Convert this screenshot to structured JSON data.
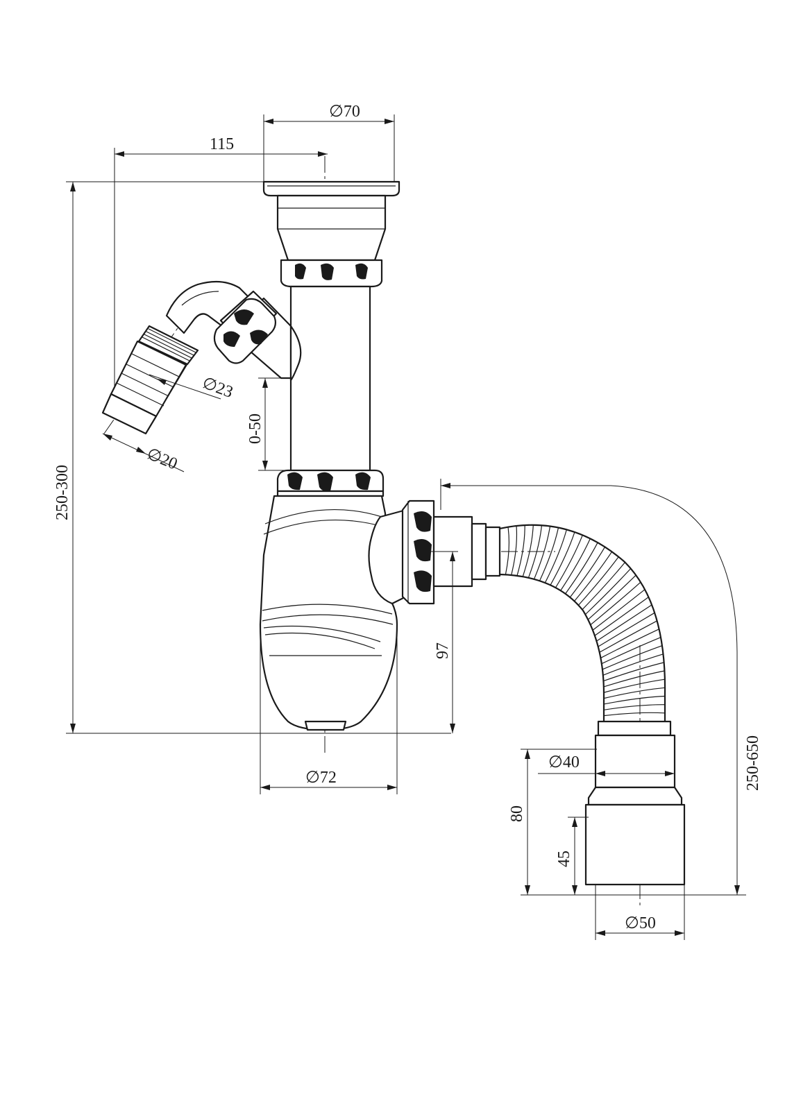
{
  "dimensions": {
    "top_diameter": "∅70",
    "offset_width": "115",
    "total_height": "250-300",
    "hose_nipple_diameter_outer": "∅23",
    "hose_nipple_diameter_inner": "∅20",
    "branch_adjust": "0-50",
    "trap_diameter": "∅72",
    "outlet_height": "97",
    "flex_outlet_diameter": "∅40",
    "outlet_length": "80",
    "socket_depth": "45",
    "socket_diameter": "∅50",
    "flex_length": "250-650"
  },
  "colors": {
    "line": "#1a1a1a",
    "background": "#ffffff"
  }
}
